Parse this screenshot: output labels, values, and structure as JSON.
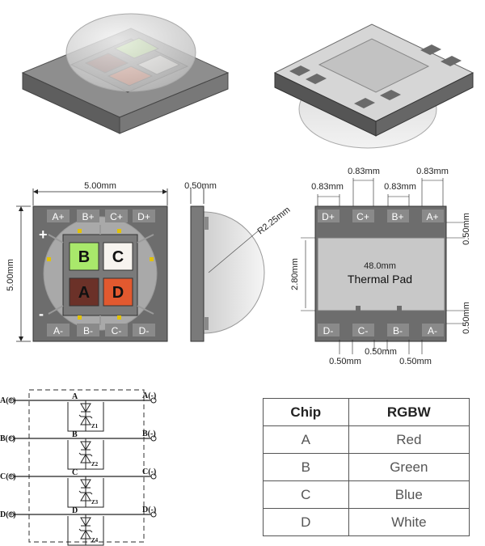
{
  "figure": {
    "pads_front_top": [
      "A+",
      "B+",
      "C+",
      "D+"
    ],
    "pads_front_bottom": [
      "A-",
      "B-",
      "C-",
      "D-"
    ],
    "chip_letters": [
      "B",
      "C",
      "A",
      "D"
    ],
    "plus_sign": "+",
    "minus_sign": "-",
    "dim_width": "5.00mm",
    "dim_height": "5.00mm",
    "dim_side_thickness": "0.50mm",
    "dim_dome_radius": "R2.25mm",
    "pads_back_top": [
      "D+",
      "C+",
      "B+",
      "A+"
    ],
    "pads_back_bottom": [
      "D-",
      "C-",
      "B-",
      "A-"
    ],
    "dim_pad_width_a": "0.83mm",
    "dim_pad_width_b": "0.83mm",
    "dim_pad_width_c": "0.83mm",
    "dim_pad_width_d": "0.83mm",
    "dim_thermal_height": "2.80mm",
    "dim_edge_top": "0.50mm",
    "dim_edge_bottom": "0.50mm",
    "dim_gap_1": "0.50mm",
    "dim_gap_2": "0.50mm",
    "dim_gap_3": "0.50mm",
    "thermal_dim": "48.0mm",
    "thermal_label": "Thermal Pad"
  },
  "schematic": {
    "rows": [
      {
        "left": "A(+)",
        "right": "A(-)",
        "chip": "A",
        "zener": "Z1"
      },
      {
        "left": "B(+)",
        "right": "B(-)",
        "chip": "B",
        "zener": "Z2"
      },
      {
        "left": "C(+)",
        "right": "C(-)",
        "chip": "C",
        "zener": "Z3"
      },
      {
        "left": "D(+)",
        "right": "D(-)",
        "chip": "D",
        "zener": "Z4"
      }
    ]
  },
  "table": {
    "headers": [
      "Chip",
      "RGBW"
    ],
    "rows": [
      [
        "A",
        "Red"
      ],
      [
        "B",
        "Green"
      ],
      [
        "C",
        "Blue"
      ],
      [
        "D",
        "White"
      ]
    ]
  }
}
